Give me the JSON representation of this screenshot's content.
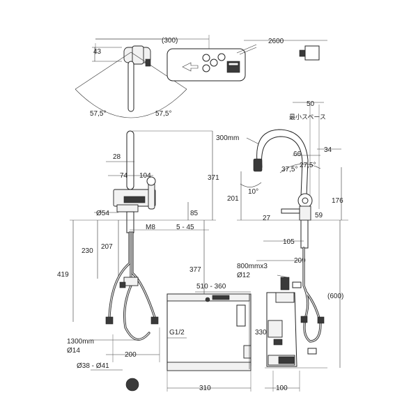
{
  "dimensions": {
    "d43": "43",
    "d300p": "(300)",
    "d2600": "2600",
    "angle_left": "57,5°",
    "angle_right": "57,5°",
    "d28": "28",
    "d74": "74",
    "d104": "104",
    "d54": "Ø54",
    "d371": "371",
    "d85": "85",
    "m8": "M8",
    "d5_45": "5 - 45",
    "d230": "230",
    "d207": "207",
    "d419": "419",
    "d377": "377",
    "d510_360": "510 - 360",
    "g12": "G1/2",
    "d330": "330",
    "d1300": "1300mm",
    "d14": "Ø14",
    "d200": "200",
    "d38_41": "Ø38 - Ø41",
    "d310": "310",
    "d100": "100",
    "d50": "50",
    "min_space": "最小スペース",
    "d300mm": "300mm",
    "d66": "66",
    "d34": "34",
    "d37_5": "37,5°",
    "d27_5": "27,5°",
    "d10": "10°",
    "d201": "201",
    "d176": "176",
    "d27": "27",
    "d59": "59",
    "d105": "105",
    "d209": "209",
    "d800": "800mmx3",
    "d12": "Ø12",
    "d600p": "(600)"
  },
  "colors": {
    "line": "#222222",
    "fill_light": "#f2f2f2",
    "fill_dark": "#3a3a3a"
  }
}
